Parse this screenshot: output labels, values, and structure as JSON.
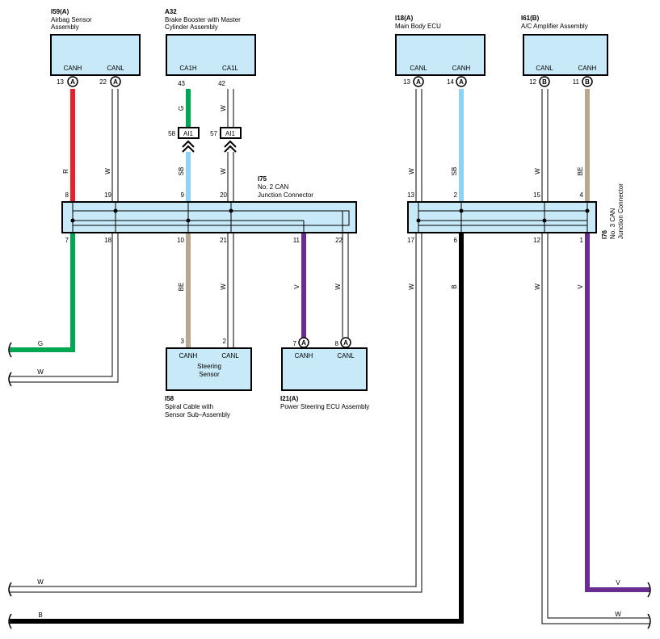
{
  "components": {
    "i59": {
      "ref": "I59(A)",
      "name_line1": "Airbag Sensor",
      "name_line2": "Assembly",
      "pin_a": "CANH",
      "pin_b": "CANL",
      "num_a": "13",
      "num_b": "22",
      "conn": "A"
    },
    "a32": {
      "ref": "A32",
      "name_line1": "Brake Booster with Master",
      "name_line2": "Cylinder Assembly",
      "pin_a": "CA1H",
      "pin_b": "CA1L",
      "num_a": "43",
      "num_b": "42"
    },
    "i18": {
      "ref": "I18(A)",
      "name_line1": "Main Body ECU",
      "pin_a": "CANL",
      "pin_b": "CANH",
      "num_a": "13",
      "num_b": "14",
      "conn": "A"
    },
    "i61": {
      "ref": "I61(B)",
      "name_line1": "A/C Amplifier Assembly",
      "pin_a": "CANL",
      "pin_b": "CANH",
      "num_a": "12",
      "num_b": "11",
      "conn": "B"
    },
    "i58": {
      "ref": "I58",
      "name_line1": "Spiral Cable with",
      "name_line2": "Sensor Sub–Assembly",
      "pin_a": "CANH",
      "pin_b": "CANL",
      "inner_line1": "Steering",
      "inner_line2": "Sensor",
      "num_a": "3",
      "num_b": "2"
    },
    "i21": {
      "ref": "I21(A)",
      "name_line1": "Power Steering ECU Assembly",
      "pin_a": "CANH",
      "pin_b": "CANL",
      "num_a": "7",
      "num_b": "8",
      "conn": "A"
    }
  },
  "junctions": {
    "i75": {
      "ref": "I75",
      "line1": "No. 2 CAN",
      "line2": "Junction Connector",
      "top_pins": [
        "8",
        "19",
        "9",
        "20"
      ],
      "bottom_pins": [
        "7",
        "18",
        "10",
        "21",
        "11",
        "22"
      ]
    },
    "i76": {
      "ref": "I76",
      "line1": "No. 3 CAN",
      "line2": "Junction Connector",
      "top_pins": [
        "13",
        "2",
        "15",
        "4"
      ],
      "bottom_pins": [
        "17",
        "6",
        "12",
        "1"
      ]
    }
  },
  "inline_connectors": [
    {
      "label": "AI1",
      "pin": "58"
    },
    {
      "label": "AI1",
      "pin": "57"
    }
  ],
  "wire_labels": {
    "i59_canh": "R",
    "i59_canl": "W",
    "a32_top_h": "G",
    "a32_top_l": "W",
    "a32_mid_h": "SB",
    "a32_mid_l": "W",
    "i18_canl": "W",
    "i18_canh": "SB",
    "i61_canl": "W",
    "i61_canh": "BE",
    "i75_b10": "BE",
    "i75_b21": "W",
    "i75_b11": "V",
    "i75_b22": "W",
    "i76_b17": "W",
    "i76_b6": "B",
    "i76_b12": "W",
    "i76_b1": "V",
    "left_g": "G",
    "left_w": "W",
    "left_w2": "W",
    "left_b": "B",
    "right_v": "V",
    "right_w": "W"
  },
  "colors": {
    "R": "#e8202a",
    "W": "#ffffff",
    "G": "#00a651",
    "SB": "#8fd3f0",
    "BE": "#b8a890",
    "V": "#6a2c91",
    "B": "#000000",
    "box_fill": "#c8e9f7"
  }
}
